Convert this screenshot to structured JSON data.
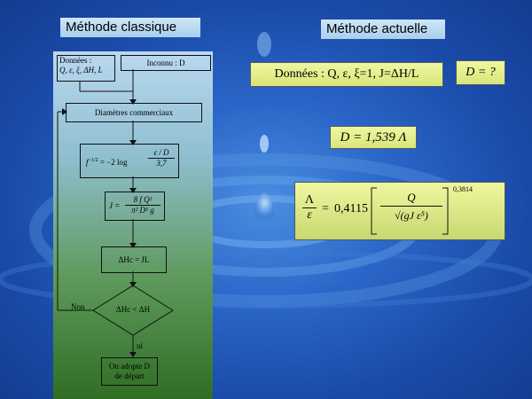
{
  "titles": {
    "left": "Méthode classique",
    "right": "Méthode actuelle"
  },
  "flowchart": {
    "givens_line1": "Données :",
    "givens_line2": "Q, ε, ξ, ΔH, L",
    "unknown": "Inconnu : D",
    "diameters": "Diamètres commerciaux",
    "colebrook_lhs": "f",
    "colebrook_exp": "−1/2",
    "colebrook_eq": "= −2 log",
    "colebrook_num": "ε / D",
    "colebrook_den": "3,7",
    "j_lhs": "J =",
    "j_num": "8 f Q²",
    "j_den": "π² D⁵ g",
    "loss": "ΔHc = JL",
    "decision": "ΔHc < ΔH",
    "no_label": "Non",
    "yes_label": "ui",
    "final_line1": "On adopte D",
    "final_line2": "de départ"
  },
  "modern": {
    "givens": "Données : Q, ε, ξ=1, J=ΔH/L",
    "unknown": "D = ?",
    "result": "D = 1,539 Λ",
    "formula_lhs_top": "Λ",
    "formula_lhs_bottom": "ε",
    "formula_eq": "=",
    "formula_coef": "0,4115",
    "formula_num": "Q",
    "formula_den": "√(gJ ε⁵)",
    "formula_exponent": "0,3814"
  },
  "colors": {
    "background": "#2a66c8",
    "panel_top": "#b9d8f0",
    "panel_bottom": "#2f6e23",
    "formula_box": "#e4ee8c",
    "title_box": "#bcdbf2"
  }
}
